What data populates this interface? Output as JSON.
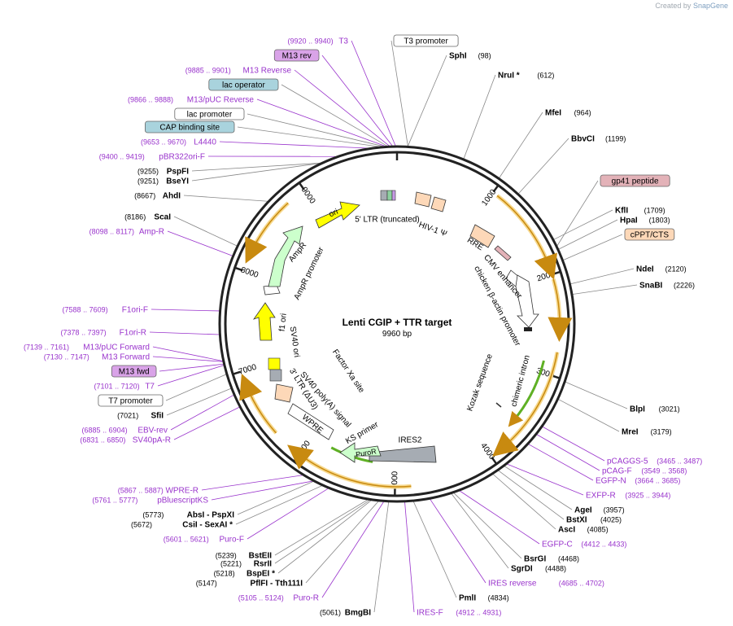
{
  "credit": {
    "prefix": "Created by",
    "brand": "SnapGene"
  },
  "title": "Lenti CGIP + TTR target",
  "size": "9960 bp",
  "ticks": [
    "1000",
    "2000",
    "3000",
    "4000",
    "5000",
    "6000",
    "7000",
    "8000",
    "9000"
  ],
  "left_labels": [
    {
      "coord": "(9920 .. 9940)",
      "name": "T3",
      "kind": "primer"
    },
    {
      "name": "M13 rev",
      "kind": "primer_box"
    },
    {
      "coord": "(9885 .. 9901)",
      "name": "M13 Reverse",
      "kind": "primer"
    },
    {
      "name": "lac operator",
      "kind": "feature_box"
    },
    {
      "coord": "(9866 .. 9888)",
      "name": "M13/pUC Reverse",
      "kind": "primer"
    },
    {
      "name": "lac promoter",
      "kind": "plain_box"
    },
    {
      "name": "CAP binding site",
      "kind": "feature_box"
    },
    {
      "coord": "(9653 .. 9670)",
      "name": "L4440",
      "kind": "primer"
    },
    {
      "coord": "(9400 .. 9419)",
      "name": "pBR322ori-F",
      "kind": "primer"
    },
    {
      "coord": "(9255)",
      "name": "PspFI",
      "kind": "enzyme"
    },
    {
      "coord": "(9251)",
      "name": "BseYI",
      "kind": "enzyme"
    },
    {
      "coord": "(8667)",
      "name": "AhdI",
      "kind": "enzyme"
    },
    {
      "coord": "(8186)",
      "name": "ScaI",
      "kind": "enzyme"
    },
    {
      "coord": "(8098 .. 8117)",
      "name": "Amp-R",
      "kind": "primer"
    },
    {
      "coord": "(7588 .. 7609)",
      "name": "F1ori-F",
      "kind": "primer"
    },
    {
      "coord": "(7378 .. 7397)",
      "name": "F1ori-R",
      "kind": "primer"
    },
    {
      "coord": "(7139 .. 7161)",
      "name": "M13/pUC Forward",
      "kind": "primer"
    },
    {
      "coord": "(7130 .. 7147)",
      "name": "M13 Forward",
      "kind": "primer"
    },
    {
      "name": "M13 fwd",
      "kind": "primer_box"
    },
    {
      "coord": "(7101 .. 7120)",
      "name": "T7",
      "kind": "primer"
    },
    {
      "name": "T7 promoter",
      "kind": "plain_box"
    },
    {
      "coord": "(7021)",
      "name": "SfiI",
      "kind": "enzyme"
    },
    {
      "coord": "(6885 .. 6904)",
      "name": "EBV-rev",
      "kind": "primer"
    },
    {
      "coord": "(6831 .. 6850)",
      "name": "SV40pA-R",
      "kind": "primer"
    },
    {
      "coord": "(5867 .. 5887)",
      "name": "WPRE-R",
      "kind": "primer"
    },
    {
      "coord": "(5761 .. 5777)",
      "name": "pBluescriptKS",
      "kind": "primer"
    },
    {
      "coord": "(5773)",
      "name": "AbsI",
      "extra": "- PspXI",
      "kind": "enzyme"
    },
    {
      "coord": "(5672)",
      "name": "CsiI",
      "extra": "- SexAI *",
      "kind": "enzyme"
    },
    {
      "coord": "(5601 .. 5621)",
      "name": "Puro-F",
      "kind": "primer"
    },
    {
      "coord": "(5239)",
      "name": "BstEII",
      "kind": "enzyme"
    },
    {
      "coord": "(5221)",
      "name": "RsrII",
      "kind": "enzyme"
    },
    {
      "coord": "(5218)",
      "name": "BspEI *",
      "kind": "enzyme"
    },
    {
      "coord": "(5147)",
      "name": "PflFI",
      "extra": "- Tth111I",
      "kind": "enzyme"
    },
    {
      "coord": "(5105 .. 5124)",
      "name": "Puro-R",
      "kind": "primer"
    },
    {
      "coord": "(5061)",
      "name": "BmgBI",
      "kind": "enzyme"
    }
  ],
  "right_labels": [
    {
      "name": "T3 promoter",
      "kind": "plain_box"
    },
    {
      "name": "SphI",
      "coord": "(98)",
      "kind": "enzyme"
    },
    {
      "name": "NruI *",
      "coord": "(612)",
      "kind": "enzyme"
    },
    {
      "name": "MfeI",
      "coord": "(964)",
      "kind": "enzyme"
    },
    {
      "name": "BbvCI",
      "coord": "(1199)",
      "kind": "enzyme"
    },
    {
      "name": "gp41 peptide",
      "kind": "peptide_box"
    },
    {
      "name": "KflI",
      "coord": "(1709)",
      "kind": "enzyme"
    },
    {
      "name": "HpaI",
      "coord": "(1803)",
      "kind": "enzyme"
    },
    {
      "name": "cPPT/CTS",
      "kind": "orange_box"
    },
    {
      "name": "NdeI",
      "coord": "(2120)",
      "kind": "enzyme"
    },
    {
      "name": "SnaBI",
      "coord": "(2226)",
      "kind": "enzyme"
    },
    {
      "name": "BlpI",
      "coord": "(3021)",
      "kind": "enzyme"
    },
    {
      "name": "MreI",
      "coord": "(3179)",
      "kind": "enzyme"
    },
    {
      "name": "pCAGGS-5",
      "coord": "(3465 .. 3487)",
      "kind": "primer"
    },
    {
      "name": "pCAG-F",
      "coord": "(3549 .. 3568)",
      "kind": "primer"
    },
    {
      "name": "EGFP-N",
      "coord": "(3664 .. 3685)",
      "kind": "primer"
    },
    {
      "name": "EXFP-R",
      "coord": "(3925 .. 3944)",
      "kind": "primer"
    },
    {
      "name": "AgeI",
      "coord": "(3957)",
      "kind": "enzyme"
    },
    {
      "name": "BstXI",
      "coord": "(4025)",
      "kind": "enzyme"
    },
    {
      "name": "AscI",
      "coord": "(4085)",
      "kind": "enzyme"
    },
    {
      "name": "EGFP-C",
      "coord": "(4412 .. 4433)",
      "kind": "primer"
    },
    {
      "name": "BsrGI",
      "coord": "(4468)",
      "kind": "enzyme"
    },
    {
      "name": "SgrDI",
      "coord": "(4488)",
      "kind": "enzyme"
    },
    {
      "name": "IRES reverse",
      "coord": "(4685 .. 4702)",
      "kind": "primer"
    },
    {
      "name": "PmlI",
      "coord": "(4834)",
      "kind": "enzyme"
    },
    {
      "name": "IRES-F",
      "coord": "(4912 .. 4931)",
      "kind": "primer"
    }
  ],
  "inner_features": [
    "5' LTR (truncated)",
    "HIV-1 Ψ",
    "RRE",
    "CMV enhancer",
    "chicken β-actin promoter",
    "chimeric intron",
    "Kozak sequence",
    "IRES2",
    "PuroR",
    "KS primer",
    "WPRE",
    "3' LTR (ΔU3)",
    "SV40 poly(A) signal",
    "Factor Xa site",
    "SV40 ori",
    "f1 ori",
    "AmpR promoter",
    "AmpR",
    "ori"
  ],
  "colors": {
    "backbone": "#222222",
    "enzyme_line": "#888888",
    "primer_line": "#9933cc",
    "primer_text": "#9933cc",
    "primer_box_fill": "#d9a3e8",
    "feature_box_fill": "#a9d3dd",
    "orange_arc": "#f0b840",
    "orange_arc_edge": "#c88a10",
    "green_arc": "#5fb025",
    "ori_fill": "#ffff00",
    "amp_fill": "#ccffcc",
    "ltr_fill": "#fdd8b8",
    "ires_fill": "#a6acb3",
    "peptide_fill": "#e3b2b8",
    "cppt_fill": "#fdd8b8"
  }
}
